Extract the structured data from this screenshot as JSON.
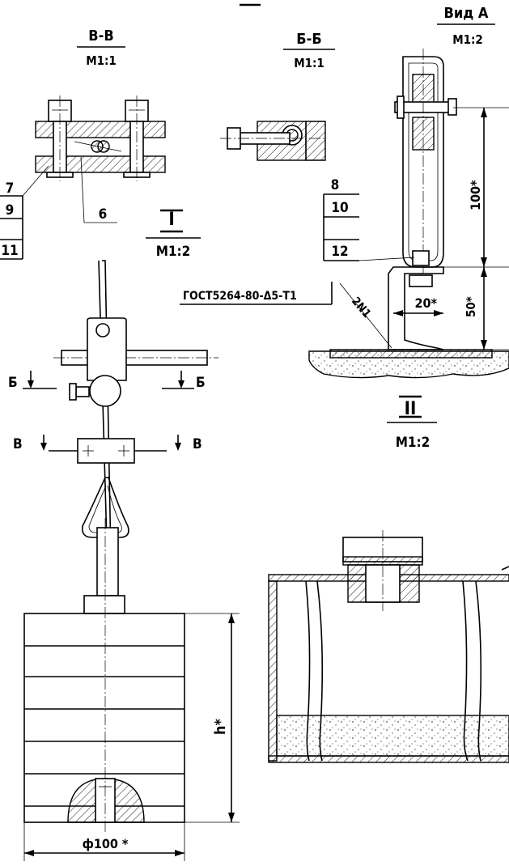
{
  "section_bb": {
    "title": "В-В",
    "scale": "М1:1"
  },
  "section_bb2": {
    "title": "Б-Б",
    "scale": "М1:1"
  },
  "view_a": {
    "title": "Вид А",
    "scale": "М1:2"
  },
  "node_1": {
    "title": "I",
    "scale": "М1:2"
  },
  "node_2": {
    "title": "II",
    "scale": "М1:2"
  },
  "callouts_left": [
    "7",
    "9",
    "11"
  ],
  "callout_6": "6",
  "callouts_right": [
    "8",
    "10",
    "12"
  ],
  "weld_note": "ГОСТ5264-80-Δ5-Т1",
  "weld_count": "2N1",
  "dims": {
    "d100": "100*",
    "d20": "20*",
    "d50": "50*",
    "h": "h*",
    "dia": "ф100 *"
  },
  "cut_b_left": "Б",
  "cut_b_right": "Б",
  "cut_v_left": "В",
  "cut_v_right": "В"
}
